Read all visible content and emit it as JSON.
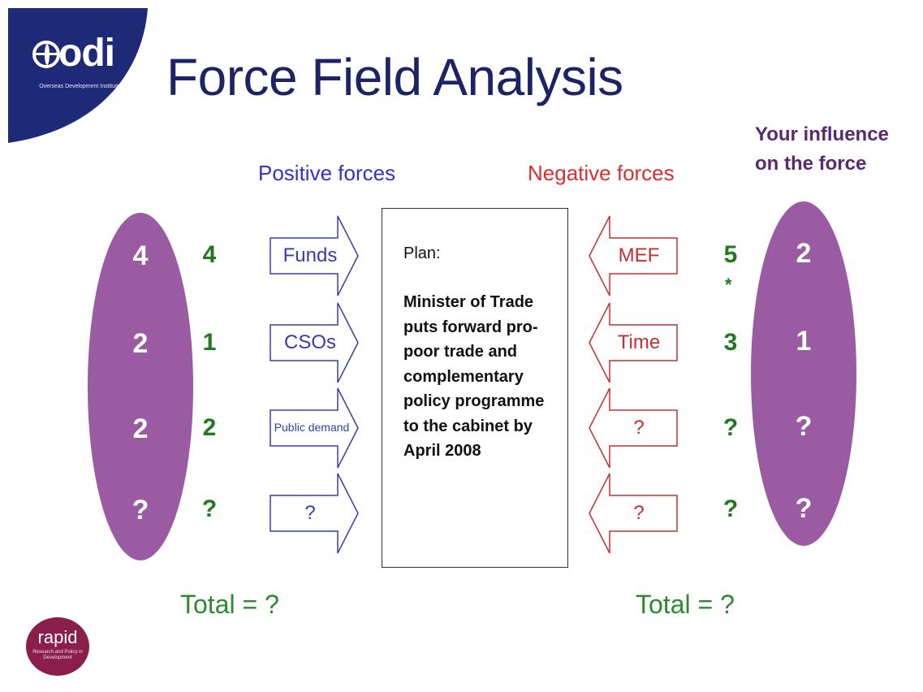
{
  "logo": {
    "name": "odi",
    "subtitle": "Overseas Development Institute"
  },
  "title": "Force Field Analysis",
  "headers": {
    "positive": "Positive forces",
    "negative": "Negative forces",
    "influence": "Your influence on the force"
  },
  "plan": {
    "heading": "Plan:",
    "text": "Minister of Trade puts forward pro-poor trade and complementary policy programme to the cabinet by April 2008"
  },
  "positive_forces": [
    {
      "label": "Funds",
      "score": "4",
      "influence": "4"
    },
    {
      "label": "CSOs",
      "score": "1",
      "influence": "2"
    },
    {
      "label": "Public demand",
      "score": "2",
      "influence": "2"
    },
    {
      "label": "?",
      "score": "?",
      "influence": "?"
    }
  ],
  "negative_forces": [
    {
      "label": "MEF",
      "score": "5",
      "note": "*",
      "influence": "2"
    },
    {
      "label": "Time",
      "score": "3",
      "influence": "1"
    },
    {
      "label": "?",
      "score": "?",
      "influence": "?"
    },
    {
      "label": "?",
      "score": "?",
      "influence": "?"
    }
  ],
  "totals": {
    "positive": "Total = ?",
    "negative": "Total = ?"
  },
  "footer_logo": {
    "name": "rapid",
    "subtitle": "Research and Policy in Development"
  },
  "colors": {
    "title": "#1c2466",
    "positive": "#3333cc",
    "negative": "#d63030",
    "influence_oval": "#9b5ba3",
    "score": "#1f7a1f",
    "logo_bg": "#1e2a78",
    "rapid_bg": "#8a1f4c"
  }
}
